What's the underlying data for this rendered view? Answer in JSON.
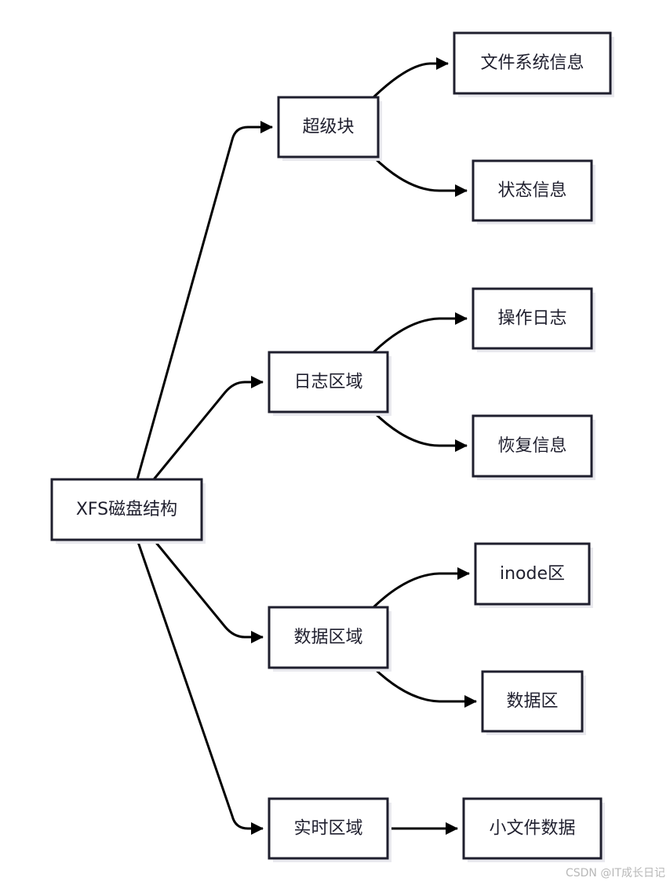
{
  "diagram": {
    "type": "flowchart",
    "direction": "left-to-right",
    "nodes": [
      {
        "id": "root",
        "label": "XFS磁盘结构"
      },
      {
        "id": "superblock",
        "label": "超级块"
      },
      {
        "id": "log",
        "label": "日志区域"
      },
      {
        "id": "data",
        "label": "数据区域"
      },
      {
        "id": "realtime",
        "label": "实时区域"
      },
      {
        "id": "fsinfo",
        "label": "文件系统信息"
      },
      {
        "id": "stateinfo",
        "label": "状态信息"
      },
      {
        "id": "oplog",
        "label": "操作日志"
      },
      {
        "id": "recovery",
        "label": "恢复信息"
      },
      {
        "id": "inode",
        "label": "inode区"
      },
      {
        "id": "dataarea",
        "label": "数据区"
      },
      {
        "id": "smallfile",
        "label": "小文件数据"
      }
    ],
    "edges": [
      {
        "from": "root",
        "to": "superblock"
      },
      {
        "from": "root",
        "to": "log"
      },
      {
        "from": "root",
        "to": "data"
      },
      {
        "from": "root",
        "to": "realtime"
      },
      {
        "from": "superblock",
        "to": "fsinfo"
      },
      {
        "from": "superblock",
        "to": "stateinfo"
      },
      {
        "from": "log",
        "to": "oplog"
      },
      {
        "from": "log",
        "to": "recovery"
      },
      {
        "from": "data",
        "to": "inode"
      },
      {
        "from": "data",
        "to": "dataarea"
      },
      {
        "from": "realtime",
        "to": "smallfile"
      }
    ],
    "colors": {
      "node_border": "#1f1f2e",
      "node_fill": "#ffffff",
      "edge": "#000000",
      "text": "#1f1f2e"
    }
  },
  "watermark": "CSDN @IT成长日记"
}
